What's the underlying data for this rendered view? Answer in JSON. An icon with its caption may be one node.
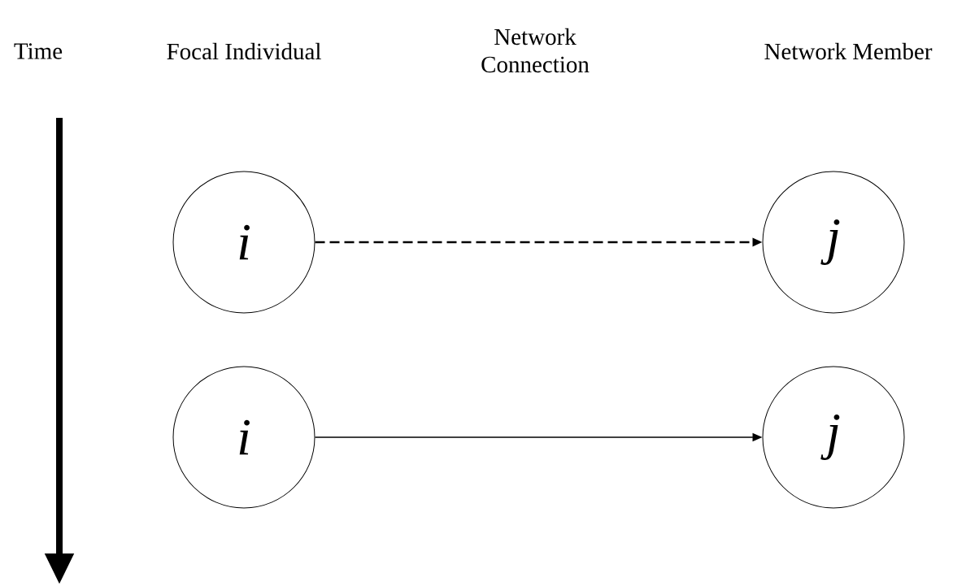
{
  "diagram": {
    "nodes": [
      {
        "text": [
          "i"
        ]
      },
      {
        "text": [
          "j"
        ]
      },
      {
        "text": [
          "i"
        ]
      },
      {
        "text": [
          "j"
        ]
      }
    ],
    "edges": [
      {
        "from": 0,
        "to": 1,
        "arrow": "to",
        "style": "dashed"
      },
      {
        "from": 2,
        "to": 3,
        "arrow": "to"
      }
    ],
    "labels": [
      "Time",
      "Focal Individual",
      "Network Connection",
      "Network Member"
    ]
  }
}
